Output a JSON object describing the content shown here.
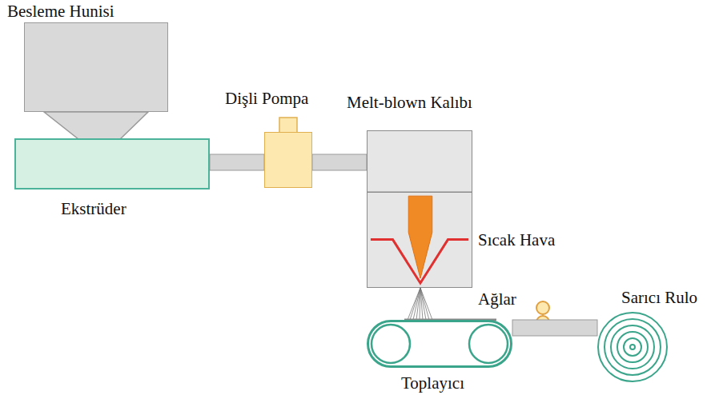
{
  "diagram": {
    "nodes": [
      {
        "text": [
          "Besleme Hunisi"
        ]
      },
      {
        "text": [
          "Ekstrüder"
        ]
      },
      {
        "text": [
          "Dişli Pompa"
        ]
      },
      {
        "text": [
          "Melt-blown Kalıbı"
        ]
      },
      {
        "text": [
          "Toplayıcı"
        ]
      },
      {
        "text": [
          "Sarıcı Rulo"
        ]
      }
    ],
    "edges": [
      {
        "from": 1,
        "to": 2,
        "arrow": "none"
      },
      {
        "from": 2,
        "to": 3,
        "arrow": "none"
      },
      {
        "from": 4,
        "to": 5,
        "arrow": "none"
      }
    ],
    "labels": [
      "Sıcak Hava",
      "Ağlar"
    ]
  }
}
